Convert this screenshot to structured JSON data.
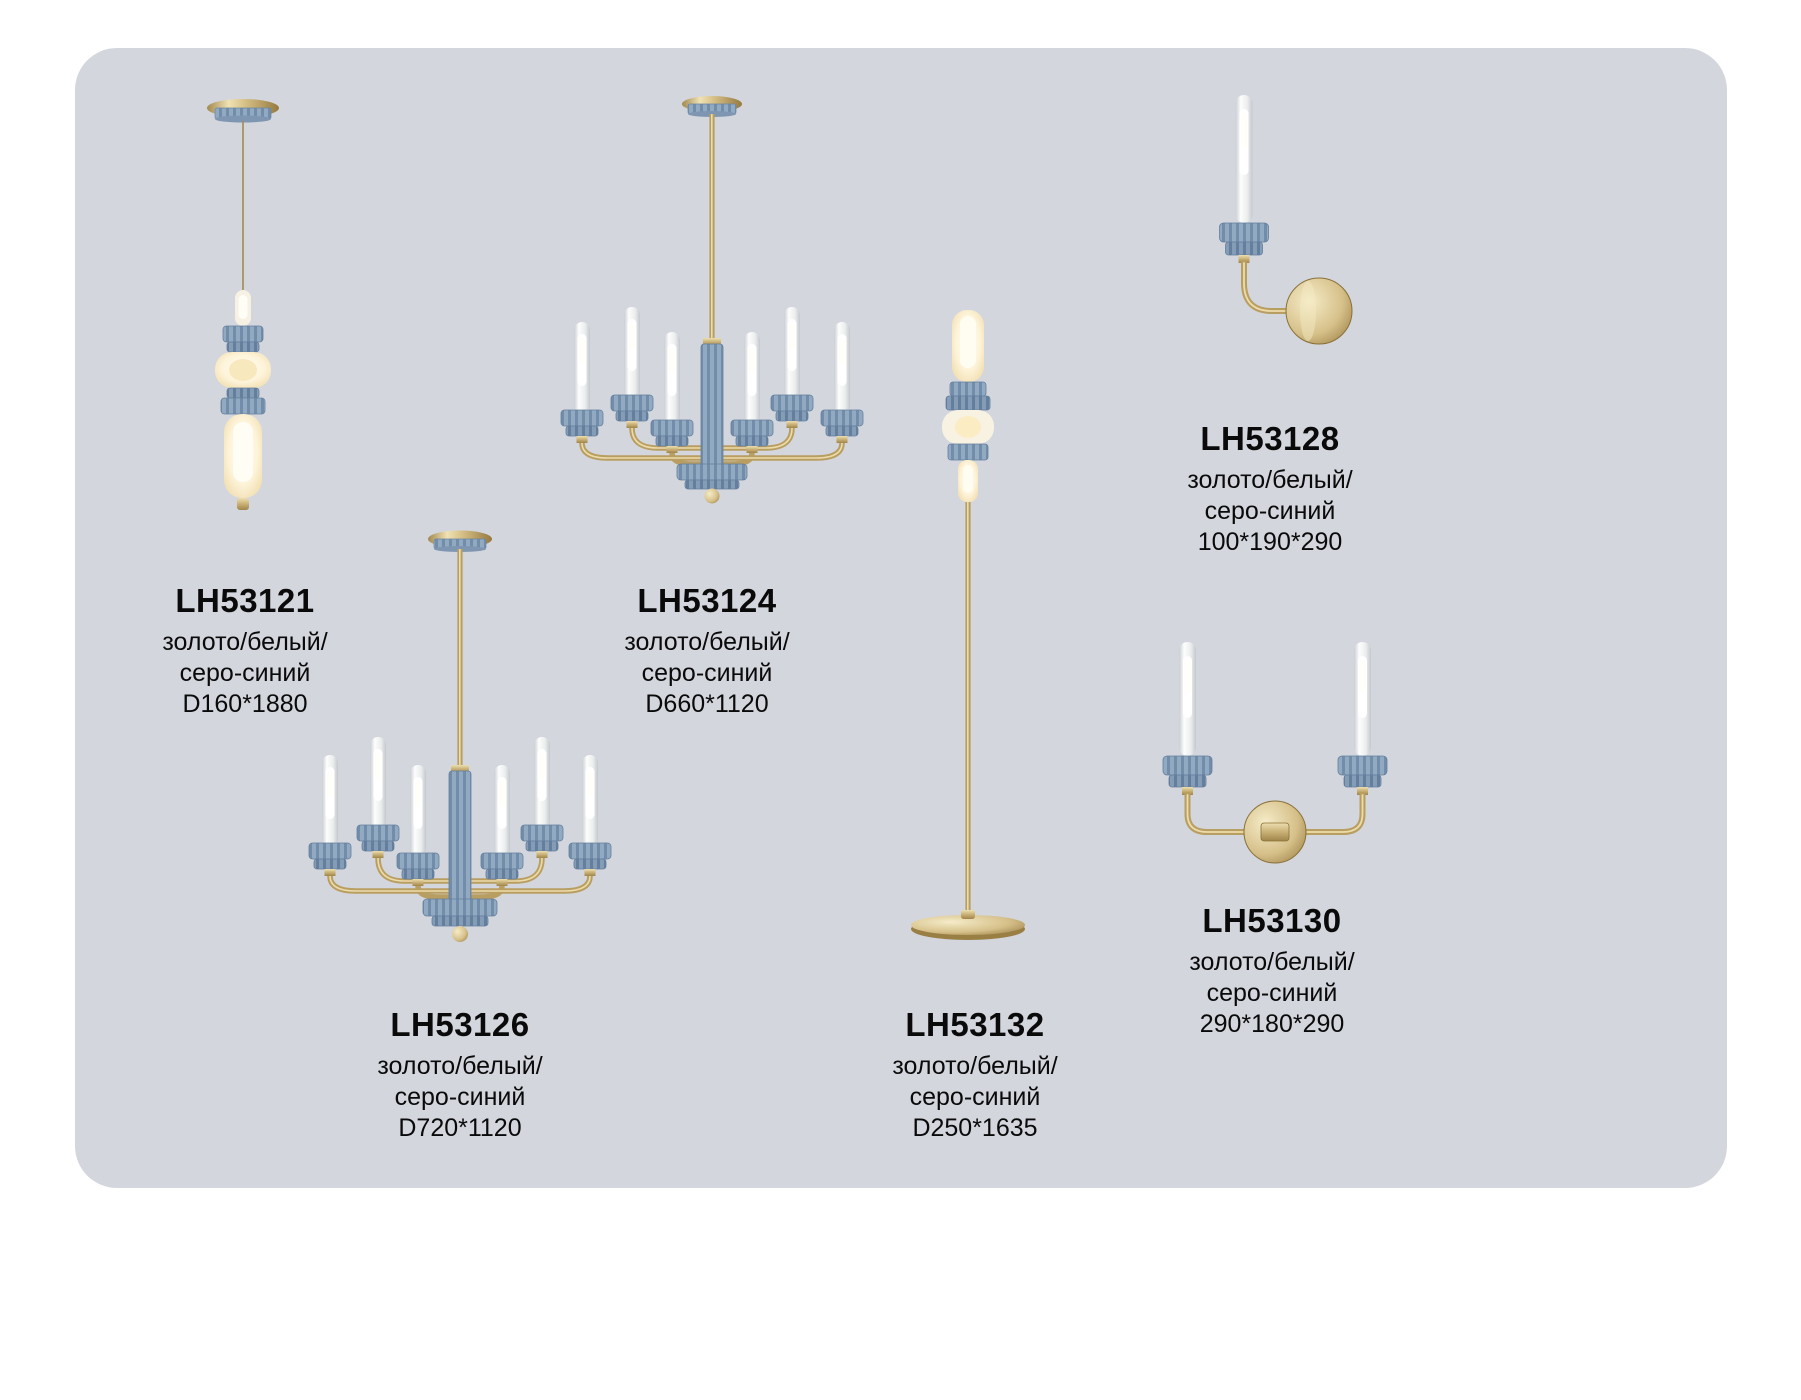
{
  "page": {
    "card_bg": "#d3d6dd",
    "background": "#ffffff"
  },
  "palette": {
    "gold": "#c9b077",
    "blue_gray": "#7f99b5",
    "warm_glow": "#fdf3d8",
    "text": "#0a0a0a"
  },
  "products": [
    {
      "code": "LH53121",
      "finish_line1": "золото/белый/",
      "finish_line2": "серо-синий",
      "size": "D160*1880",
      "kind": "pendant"
    },
    {
      "code": "LH53124",
      "finish_line1": "золото/белый/",
      "finish_line2": "серо-синий",
      "size": "D660*1120",
      "kind": "chandelier"
    },
    {
      "code": "LH53128",
      "finish_line1": "золото/белый/",
      "finish_line2": "серо-синий",
      "size": "100*190*290",
      "kind": "wall-sconce"
    },
    {
      "code": "LH53126",
      "finish_line1": "золото/белый/",
      "finish_line2": "серо-синий",
      "size": "D720*1120",
      "kind": "chandelier"
    },
    {
      "code": "LH53132",
      "finish_line1": "золото/белый/",
      "finish_line2": "серо-синий",
      "size": "D250*1635",
      "kind": "floor-lamp"
    },
    {
      "code": "LH53130",
      "finish_line1": "золото/белый/",
      "finish_line2": "серо-синий",
      "size": "290*180*290",
      "kind": "wall-sconce"
    }
  ]
}
